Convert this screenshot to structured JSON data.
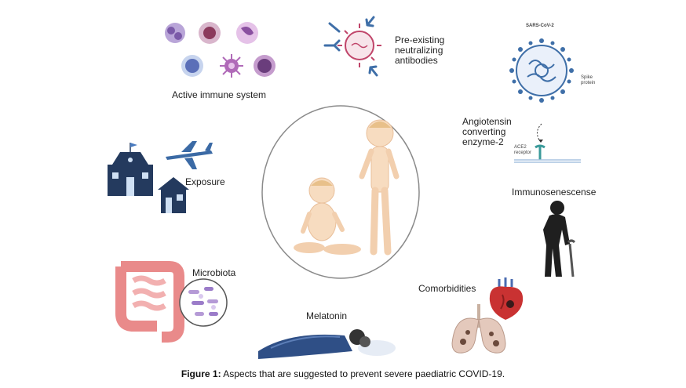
{
  "labels": {
    "active_immune": "Active immune system",
    "antibodies_1": "Pre-existing",
    "antibodies_2": "neutralizing",
    "antibodies_3": "antibodies",
    "sars": "SARS-CoV-2",
    "spike_1": "Spike",
    "spike_2": "protein",
    "ace_1": "Angiotensin",
    "ace_2": "converting",
    "ace_3": "enzyme-2",
    "ace2_receptor_1": "ACE2",
    "ace2_receptor_2": "receptor",
    "exposure": "Exposure",
    "immunosenescence": "Immunosenescense",
    "microbiota": "Microbiota",
    "comorbidities": "Comorbidities",
    "melatonin": "Melatonin"
  },
  "caption": {
    "prefix": "Figure 1:",
    "text": " Aspects that are suggested to prevent severe paediatric COVID-19."
  },
  "colors": {
    "immune_purple": "#8a63b8",
    "antibody_blue": "#3f6fa8",
    "virus_pink": "#c0456a",
    "navy": "#243a5e",
    "skin": "#f7dcc0",
    "gut_pink": "#e98a8a",
    "dark_figure": "#1f1f1f"
  }
}
